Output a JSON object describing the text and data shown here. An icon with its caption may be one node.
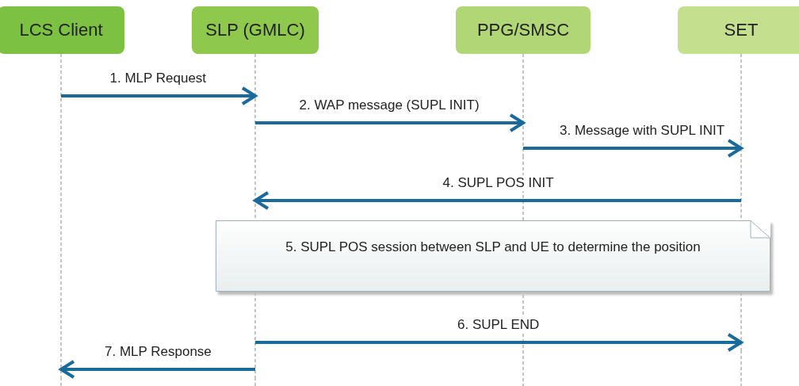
{
  "diagram": {
    "nodes": [
      {
        "text": [
          "LCS Client"
        ]
      },
      {
        "text": [
          "SLP (GMLC)"
        ]
      },
      {
        "text": [
          "PPG/SMSC"
        ]
      },
      {
        "text": [
          "SET"
        ]
      },
      {
        "text": [
          "5. SUPL POS session between SLP and UE to determine the position"
        ]
      }
    ],
    "edges": [
      {
        "from": 0,
        "to": 1,
        "arrow": "to",
        "label": "1. MLP Request"
      },
      {
        "from": 1,
        "to": 2,
        "arrow": "to",
        "label": "2. WAP message (SUPL INIT)"
      },
      {
        "from": 2,
        "to": 3,
        "arrow": "to",
        "label": "3. Message with SUPL INIT"
      },
      {
        "from": 3,
        "to": 1,
        "arrow": "to",
        "label": "4. SUPL POS INIT"
      },
      {
        "from": 1,
        "to": 3,
        "arrow": "to",
        "label": "6. SUPL END"
      },
      {
        "from": 1,
        "to": 0,
        "arrow": "to",
        "label": "7. MLP Response"
      }
    ]
  }
}
